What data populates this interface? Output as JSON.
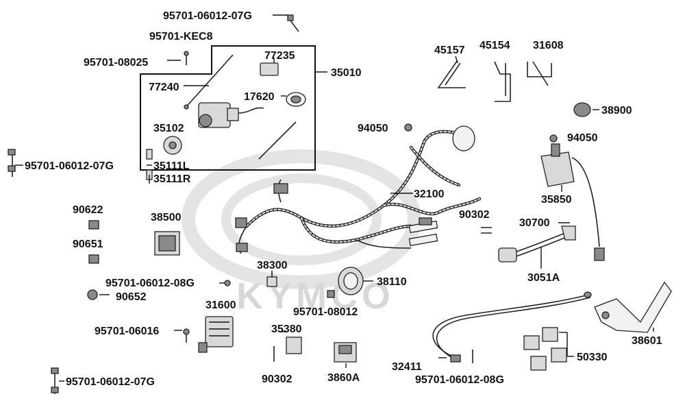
{
  "diagram": {
    "watermark_text": "KYMCO",
    "callouts": {
      "c_95701_06012_07G_top": "95701-06012-07G",
      "c_95701_KEC8": "95701-KEC8",
      "c_95701_08025": "95701-08025",
      "c_77235": "77235",
      "c_35010": "35010",
      "c_77240": "77240",
      "c_17620": "17620",
      "c_35102": "35102",
      "c_35111L": "35111L",
      "c_35111R": "35111R",
      "c_95701_06012_07G_left": "95701-06012-07G",
      "c_45157": "45157",
      "c_45154": "45154",
      "c_31608": "31608",
      "c_38900": "38900",
      "c_94050_a": "94050",
      "c_94050_b": "94050",
      "c_35850": "35850",
      "c_32100": "32100",
      "c_90622": "90622",
      "c_38500": "38500",
      "c_90651": "90651",
      "c_90302_a": "90302",
      "c_30700": "30700",
      "c_3051A": "3051A",
      "c_38300": "38300",
      "c_95701_06012_08G_a": "95701-06012-08G",
      "c_90652": "90652",
      "c_38110": "38110",
      "c_95701_08012": "95701-08012",
      "c_31600": "31600",
      "c_35380": "35380",
      "c_95701_06016": "95701-06016",
      "c_90302_b": "90302",
      "c_3860A": "3860A",
      "c_32411": "32411",
      "c_95701_06012_08G_b": "95701-06012-08G",
      "c_50330": "50330",
      "c_38601": "38601",
      "c_95701_06012_07G_bottom": "95701-06012-07G"
    }
  }
}
